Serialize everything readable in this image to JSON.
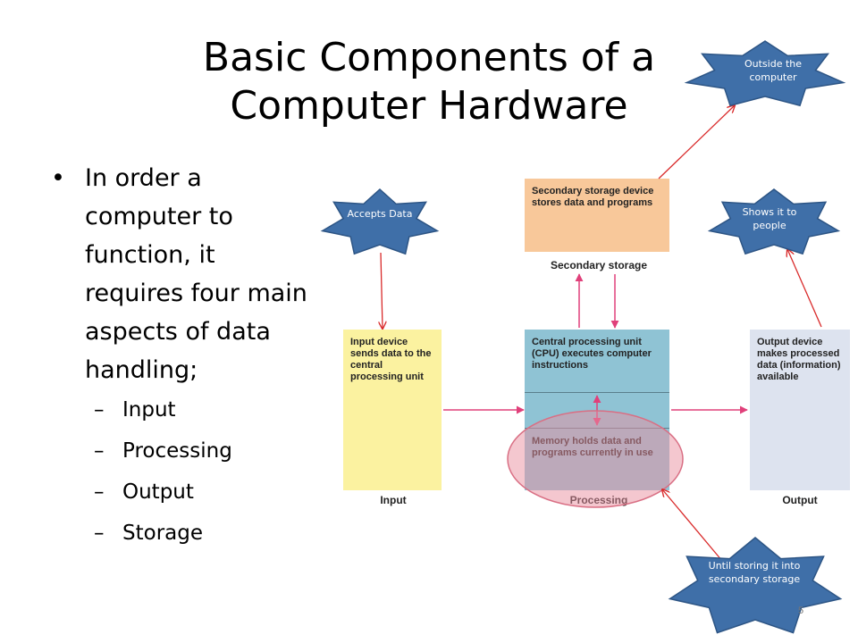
{
  "title": "Basic Components of a Computer Hardware",
  "bullet": "In order a computer to function, it requires four main aspects of data handling;",
  "subitems": [
    "Input",
    "Processing",
    "Output",
    "Storage"
  ],
  "diagram": {
    "secondary_box": "Secondary storage device stores data and programs",
    "secondary_caption": "Secondary storage",
    "input_box": "Input device sends data to the central processing unit",
    "input_caption": "Input",
    "cpu_box": "Central processing unit (CPU) executes computer instructions",
    "memory_box": "Memory holds data and programs currently in use",
    "processing_caption": "Processing",
    "output_box": "Output device makes processed data (information) available",
    "output_caption": "Output"
  },
  "callouts": {
    "outside": "Outside the computer",
    "accepts": "Accepts Data",
    "shows": "Shows it to people",
    "until": "Until storing it into secondary storage"
  },
  "page_number": "5",
  "colors": {
    "star_fill": "#3f6fa8",
    "arrow_red": "#d92b2b",
    "flow_pink": "#e0407a",
    "secondary_fill": "#f8c89a",
    "input_fill": "#fbf2a0",
    "cpu_fill": "#8fc3d4",
    "output_fill": "#dde3ef",
    "highlight_ellipse": "#e98fa0"
  }
}
